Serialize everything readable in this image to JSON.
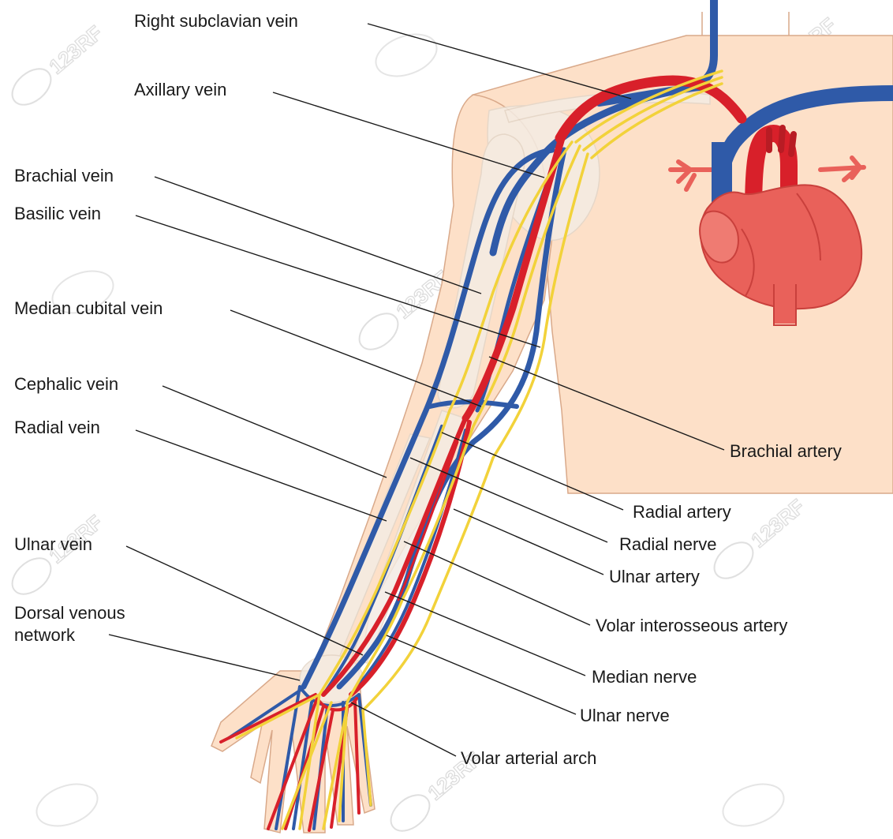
{
  "watermark": "123RF",
  "colors": {
    "skin": "#fde0c8",
    "skin_outline": "#d9a98a",
    "bone": "#f4ece4",
    "vein": "#2f5aa8",
    "artery": "#d8202a",
    "nerve": "#f2d23a",
    "heart": "#e9615a",
    "heart_dark": "#c9403c",
    "leader": "#1a1a1a",
    "label_text": "#1a1a1a"
  },
  "labels": {
    "right_subclavian_vein": "Right subclavian vein",
    "axillary_vein": "Axillary vein",
    "brachial_vein": "Brachial vein",
    "basilic_vein": "Basilic vein",
    "median_cubital_vein": "Median cubital vein",
    "cephalic_vein": "Cephalic vein",
    "radial_vein": "Radial vein",
    "ulnar_vein": "Ulnar vein",
    "dorsal_venous_network_line1": "Dorsal venous",
    "dorsal_venous_network_line2": "network",
    "brachial_artery": "Brachial artery",
    "radial_artery": "Radial artery",
    "radial_nerve": "Radial nerve",
    "ulnar_artery": "Ulnar artery",
    "volar_interosseous_artery": "Volar interosseous artery",
    "median_nerve": "Median nerve",
    "ulnar_nerve": "Ulnar nerve",
    "volar_arterial_arch": "Volar arterial arch"
  }
}
